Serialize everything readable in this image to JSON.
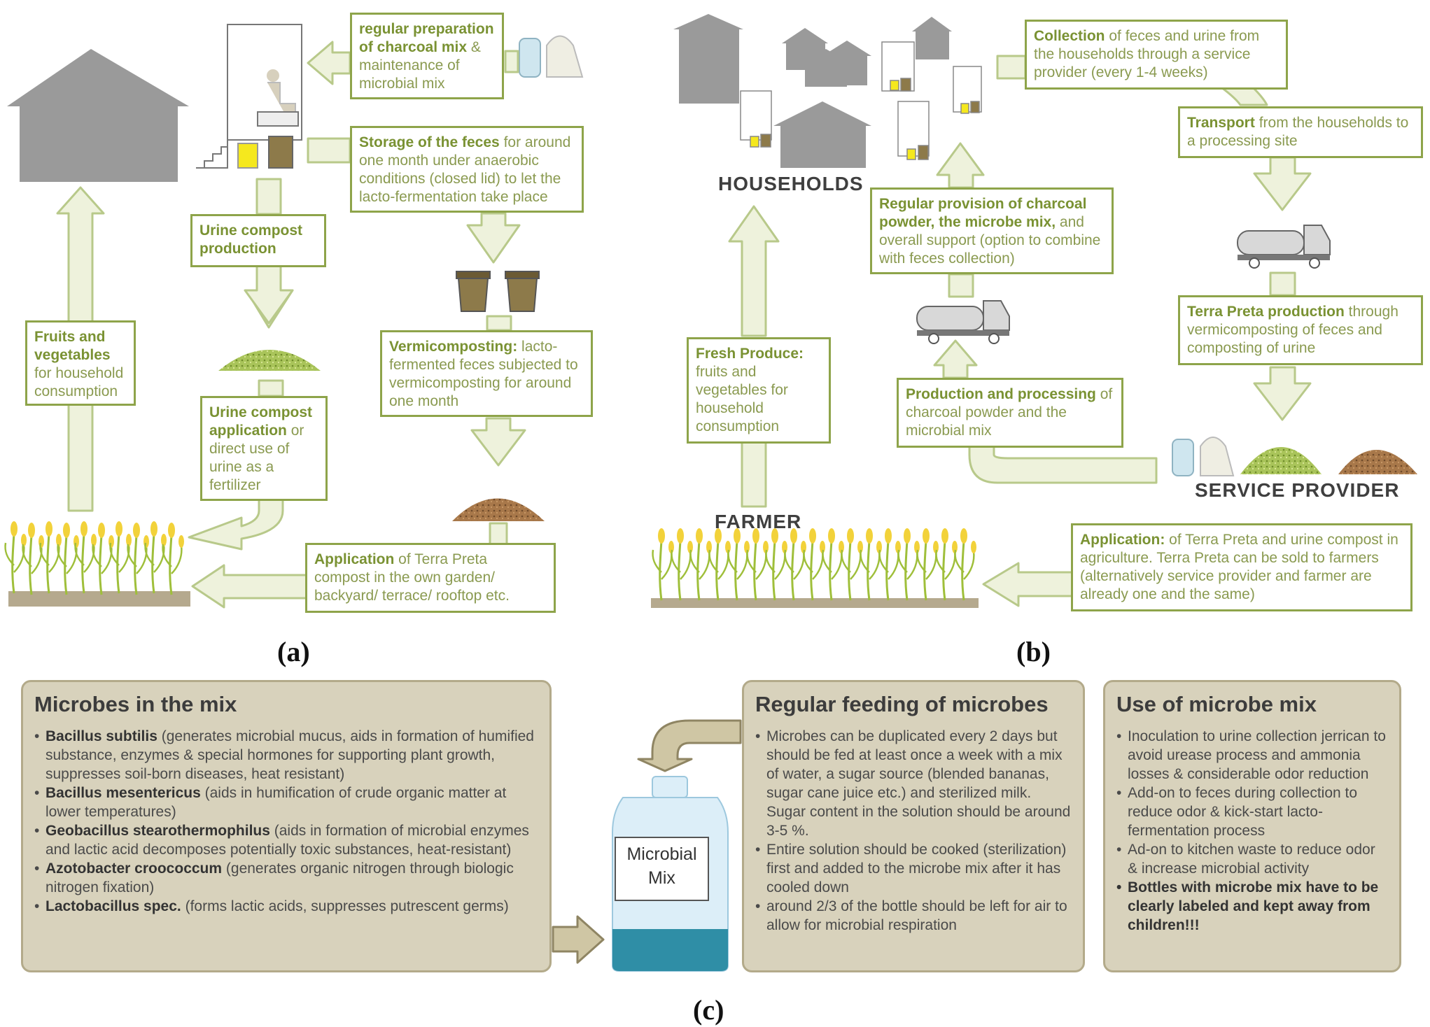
{
  "panel_a": {
    "label": "(a)",
    "boxes": {
      "charcoal_mix": {
        "hl1": "regular preparation of charcoal mix",
        "tx1": " & maintenance of microbial mix"
      },
      "storage": {
        "hl1": "Storage of the feces",
        "tx1": " for around one month under anaerobic conditions (closed lid) to let the lacto-fermentation take place"
      },
      "urine_compost_production": {
        "hl1": "Urine compost production"
      },
      "fruits_veg": {
        "hl1": "Fruits and vegetables",
        "tx1": " for household consumption"
      },
      "vermicomposting": {
        "hl1": "Vermicomposting:",
        "tx1": " lacto-fermented feces subjected to vermicomposting for around  one month"
      },
      "urine_application": {
        "hl1": "Urine compost application",
        "tx1": " or direct use of urine as a fertilizer"
      },
      "terra_preta_app": {
        "hl1": "Application",
        "tx1": " of Terra Preta compost in the own garden/ backyard/ terrace/ rooftop etc."
      }
    }
  },
  "panel_b": {
    "label": "(b)",
    "households": "HOUSEHOLDS",
    "farmer": "FARMER",
    "service_provider": "SERVICE PROVIDER",
    "boxes": {
      "collection": {
        "hl1": "Collection",
        "tx1": " of feces and urine from the households through a service provider (every 1-4 weeks)"
      },
      "transport": {
        "hl1": "Transport",
        "tx1": " from the households to a processing site"
      },
      "provision": {
        "hl1": "Regular provision of charcoal powder, the microbe mix,",
        "tx1": " and overall support (option to combine with feces collection)"
      },
      "terra_preta_prod": {
        "hl1": "Terra Preta production",
        "tx1": " through vermicomposting of feces and composting of urine"
      },
      "fresh_produce": {
        "hl1": "Fresh Produce:",
        "tx1": " fruits and vegetables for household consumption"
      },
      "production_processing": {
        "hl1": "Production and processing",
        "tx1": " of charcoal powder and the microbial mix"
      },
      "application": {
        "hl1": "Application:",
        "tx1": " of Terra Preta and urine compost in agriculture. Terra Preta can be sold to farmers (alternatively service provider and farmer are already one and the same)"
      }
    }
  },
  "panel_c": {
    "label": "(c)",
    "microbes": {
      "title": "Microbes in the mix",
      "items": [
        {
          "bold": "Bacillus subtilis",
          "text": " (generates microbial mucus, aids in formation of humified substance, enzymes & special hormones for supporting plant growth, suppresses soil-born diseases, heat resistant)"
        },
        {
          "bold": "Bacillus mesentericus",
          "text": " (aids in humification of crude organic matter at lower temperatures)"
        },
        {
          "bold": "Geobacillus stearothermophilus",
          "text": " (aids in formation of microbial enzymes and lactic acid decomposes potentially toxic substances, heat-resistant)"
        },
        {
          "bold": "Azotobacter croococcum",
          "text": " (generates organic nitrogen through biologic nitrogen fixation)"
        },
        {
          "bold": "Lactobacillus spec.",
          "text": " (forms lactic acids, suppresses putrescent germs)"
        }
      ]
    },
    "jar": {
      "line1": "Microbial",
      "line2": "Mix"
    },
    "feeding": {
      "title": "Regular feeding of microbes",
      "items": [
        "Microbes can be duplicated every 2 days but should be fed at least once a week with a mix of water, a sugar source (blended bananas, sugar cane juice etc.) and sterilized milk. Sugar content in the solution should be around 3-5 %.",
        "Entire solution should be cooked (sterilization) first and added to the microbe mix after it has cooled down",
        "around 2/3 of the bottle should be left for air to allow for microbial respiration"
      ]
    },
    "use": {
      "title": "Use of microbe mix",
      "items": [
        "Inoculation to urine collection jerrican to avoid urease process and ammonia losses & considerable odor reduction",
        "Add-on to feces during collection to reduce odor & kick-start lacto-fermentation process",
        "Ad-on to kitchen waste to reduce odor & increase microbial activity"
      ],
      "bold_item": "Bottles with microbe mix have to be clearly labeled and kept away from children!!!"
    }
  },
  "colors": {
    "arrow_fill": "#eef2dc",
    "arrow_stroke": "#b8c98a",
    "box_border": "#8ea44a",
    "house": "#9a9a9a",
    "panel_bg": "#d8d2bc"
  }
}
